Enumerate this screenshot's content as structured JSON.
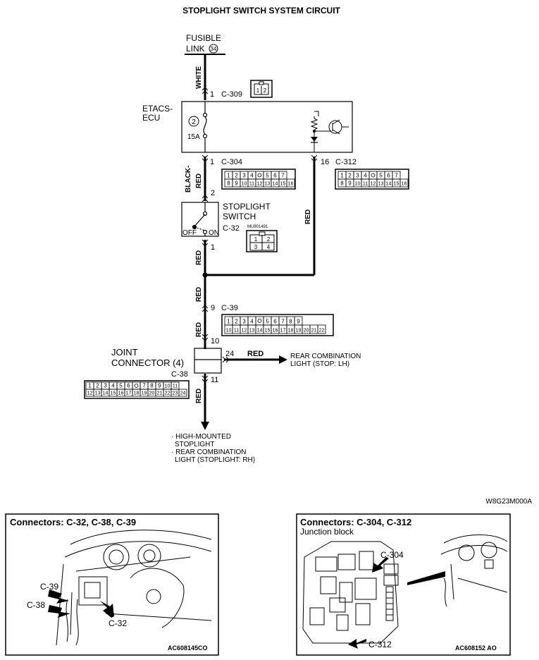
{
  "title": "STOPLIGHT SWITCH SYSTEM CIRCUIT",
  "fusible_link": {
    "line1": "FUSIBLE",
    "line2": "LINK",
    "number": "34"
  },
  "wire_colors": {
    "white": "WHITE",
    "black": "BLACK-",
    "red": "RED"
  },
  "etacs": {
    "line1": "ETACS-",
    "line2": "ECU",
    "fuse_number": "2",
    "fuse_rating": "15A"
  },
  "connectors": {
    "c309": {
      "pin": "1",
      "name": "C-309",
      "pins": [
        "1",
        "2"
      ]
    },
    "c304": {
      "pin": "1",
      "name": "C-304",
      "row1": [
        "1",
        "2",
        "3",
        "4",
        "",
        "5",
        "6",
        "7"
      ],
      "row2": [
        "8",
        "9",
        "10",
        "11",
        "12",
        "13",
        "14",
        "15",
        "16"
      ]
    },
    "c312": {
      "pin": "16",
      "name": "C-312",
      "row1": [
        "1",
        "2",
        "3",
        "4",
        "",
        "5",
        "6",
        "7"
      ],
      "row2": [
        "8",
        "9",
        "10",
        "11",
        "12",
        "13",
        "14",
        "15",
        "16"
      ]
    },
    "c32": {
      "name": "C-32",
      "part_no": "MU801491",
      "pins": [
        "1",
        "2",
        "3",
        "4"
      ]
    },
    "c39": {
      "pin_top": "9",
      "pin_bottom": "10",
      "name": "C-39",
      "row1": [
        "1",
        "2",
        "3",
        "4",
        "",
        "5",
        "6",
        "7",
        "8",
        "9"
      ],
      "row2": [
        "10",
        "11",
        "12",
        "13",
        "14",
        "15",
        "16",
        "17",
        "18",
        "19",
        "20",
        "21",
        "22"
      ]
    },
    "c38": {
      "name": "C-38",
      "row1": [
        "1",
        "2",
        "3",
        "4",
        "5",
        "6",
        "",
        "7",
        "8",
        "9",
        "10",
        "11"
      ],
      "row2": [
        "12",
        "13",
        "14",
        "15",
        "16",
        "17",
        "18",
        "19",
        "20",
        "21",
        "22",
        "23",
        "24"
      ]
    }
  },
  "stoplight_switch": {
    "line1": "STOPLIGHT",
    "line2": "SWITCH",
    "pin_top": "2",
    "pin_bottom": "1",
    "off": "OFF",
    "on": "ON"
  },
  "joint_connector": {
    "line1": "JOINT",
    "line2": "CONNECTOR (4)",
    "pin_out": "24",
    "pin_bottom": "11"
  },
  "outputs": {
    "rear_lh_line1": "REAR COMBINATION",
    "rear_lh_line2": "LIGHT (STOP: LH)",
    "bottom_1a": "· HIGH-MOUNTED",
    "bottom_1b": "STOPLIGHT",
    "bottom_2a": "· REAR COMBINATION",
    "bottom_2b": "LIGHT (STOPLIGHT: RH)"
  },
  "figure_code": "W8G23M000A",
  "panels": {
    "left": {
      "title": "Connectors: C-32, C-38, C-39",
      "labels": [
        "C-39",
        "C-38",
        "C-32"
      ],
      "code": "AC608145CO"
    },
    "right": {
      "title": "Connectors: C-304, C-312",
      "subtitle": "Junction block",
      "labels": [
        "C-304",
        "C-312"
      ],
      "code": "AC608152 AO"
    }
  }
}
